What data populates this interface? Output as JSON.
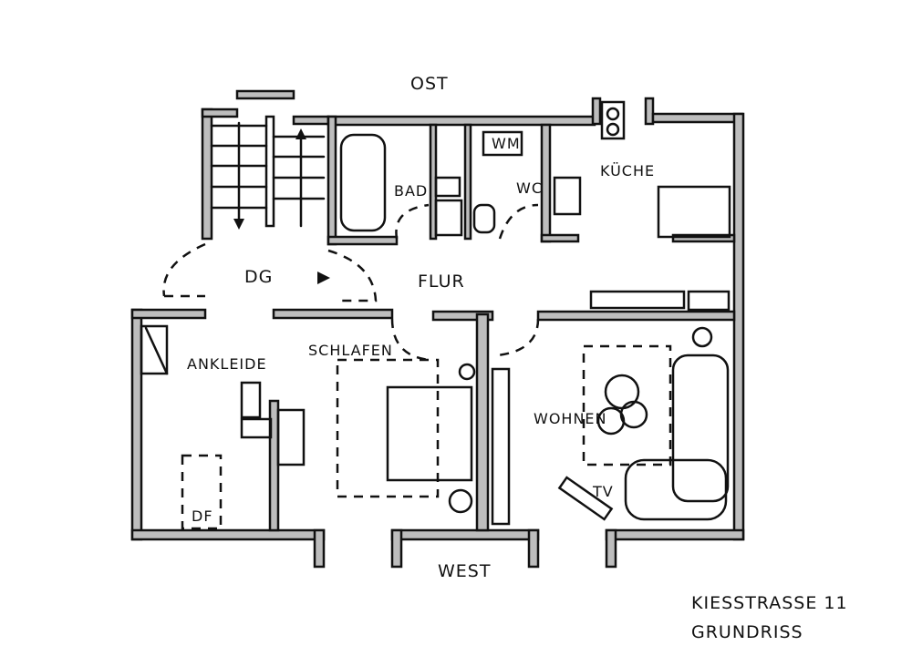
{
  "plan": {
    "orientation_top": "OST",
    "orientation_bottom": "WEST",
    "rooms": {
      "bad": "BAD",
      "wm": "WM",
      "wc": "WC",
      "kueche": "KÜCHE",
      "dg": "DG",
      "flur": "FLUR",
      "schlafen": "SCHLAFEN",
      "ankleide": "ANKLEIDE",
      "wohnen": "WOHNEN",
      "tv": "TV",
      "df": "DF"
    },
    "caption": {
      "line1": "KIESSTRASSE 11",
      "line2": "GRUNDRISS"
    }
  },
  "colors": {
    "wall_fill": "#bdbdbd",
    "ink": "#111111"
  }
}
